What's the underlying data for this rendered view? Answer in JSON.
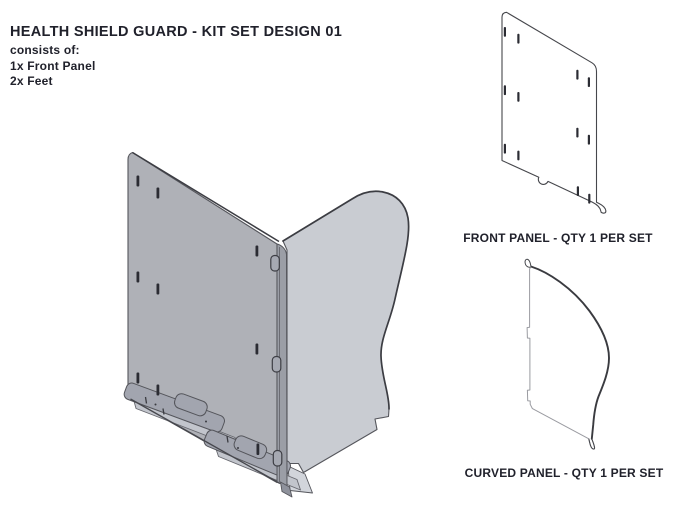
{
  "header": {
    "title": "HEALTH SHIELD GUARD - KIT SET DESIGN 01",
    "subtitle": "consists of:",
    "contents": [
      "1x Front Panel",
      "2x Feet"
    ]
  },
  "callouts": {
    "front_panel": "FRONT PANEL - QTY 1 PER SET",
    "curved_panel": "CURVED PANEL - QTY 1 PER SET"
  },
  "colors": {
    "background": "#ffffff",
    "text": "#20212b",
    "panel_fill": "#afb1b7",
    "curved_fill": "#c9ccd2",
    "edge_band": "#9b9ea6",
    "feet_fill": "#a2a5af",
    "flange_fill": "#c2c5cc",
    "outline_3d": "#55565c",
    "outline_2d": "#46474c",
    "slot": "#2b2c33"
  }
}
